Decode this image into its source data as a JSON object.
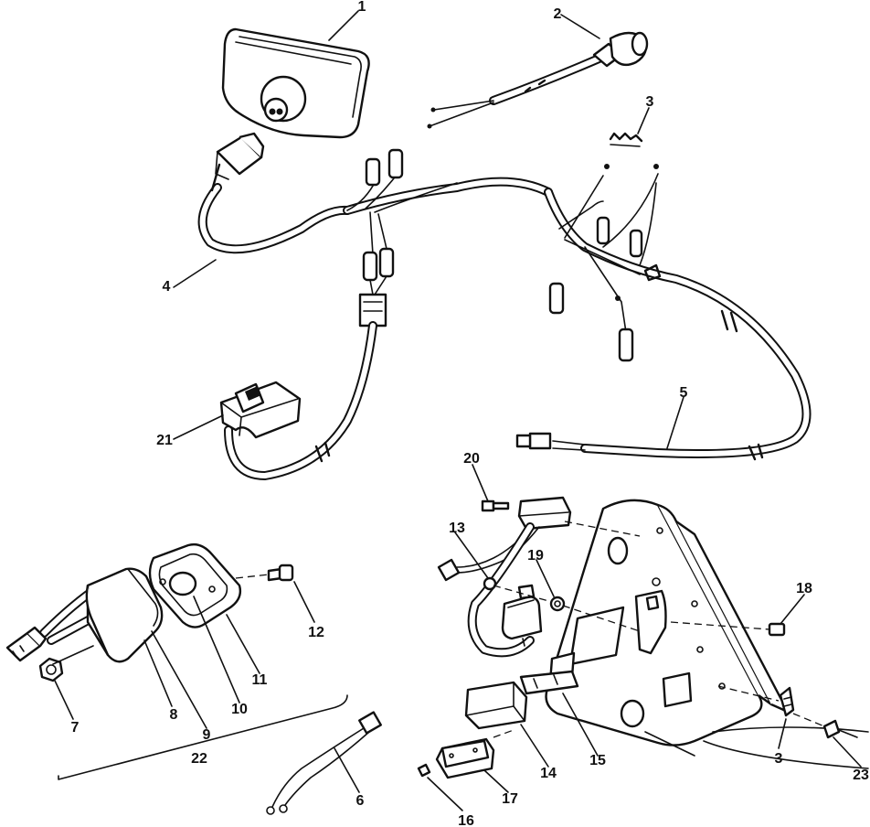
{
  "callouts": [
    {
      "id": "c1",
      "text": "1"
    },
    {
      "id": "c2",
      "text": "2"
    },
    {
      "id": "c3a",
      "text": "3"
    },
    {
      "id": "c3b",
      "text": "3"
    },
    {
      "id": "c4",
      "text": "4"
    },
    {
      "id": "c5",
      "text": "5"
    },
    {
      "id": "c6",
      "text": "6"
    },
    {
      "id": "c7",
      "text": "7"
    },
    {
      "id": "c8",
      "text": "8"
    },
    {
      "id": "c9",
      "text": "9"
    },
    {
      "id": "c10",
      "text": "10"
    },
    {
      "id": "c11",
      "text": "11"
    },
    {
      "id": "c12",
      "text": "12"
    },
    {
      "id": "c13",
      "text": "13"
    },
    {
      "id": "c14",
      "text": "14"
    },
    {
      "id": "c15",
      "text": "15"
    },
    {
      "id": "c16",
      "text": "16"
    },
    {
      "id": "c17",
      "text": "17"
    },
    {
      "id": "c18",
      "text": "18"
    },
    {
      "id": "c19",
      "text": "19"
    },
    {
      "id": "c20",
      "text": "20"
    },
    {
      "id": "c21",
      "text": "21"
    },
    {
      "id": "c22",
      "text": "22"
    },
    {
      "id": "c23",
      "text": "23"
    }
  ],
  "diagram": {
    "style": "exploded parts line drawing",
    "line_color": "#111111",
    "background": "#ffffff"
  }
}
